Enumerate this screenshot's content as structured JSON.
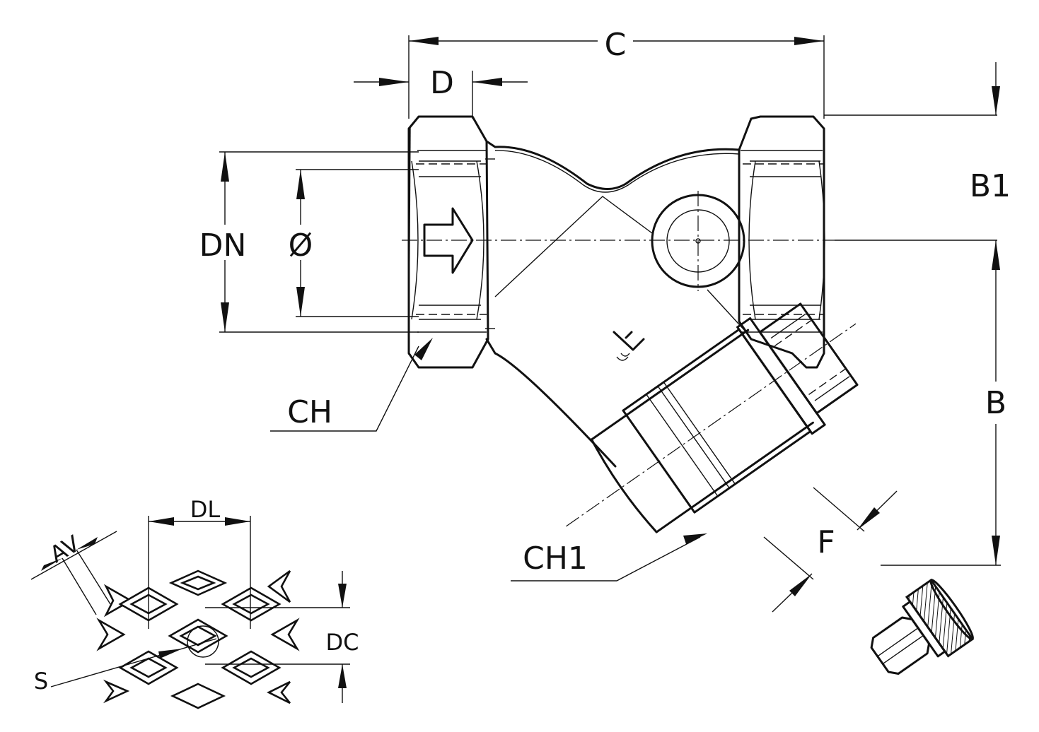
{
  "drawing": {
    "labels": {
      "C": "C",
      "D": "D",
      "B1": "B1",
      "DN": "DN",
      "diameter": "Ø",
      "B": "B",
      "CH": "CH",
      "CH1": "CH1",
      "F": "F",
      "DL": "DL",
      "AV": "AV",
      "DC": "DC",
      "S": "S"
    }
  }
}
